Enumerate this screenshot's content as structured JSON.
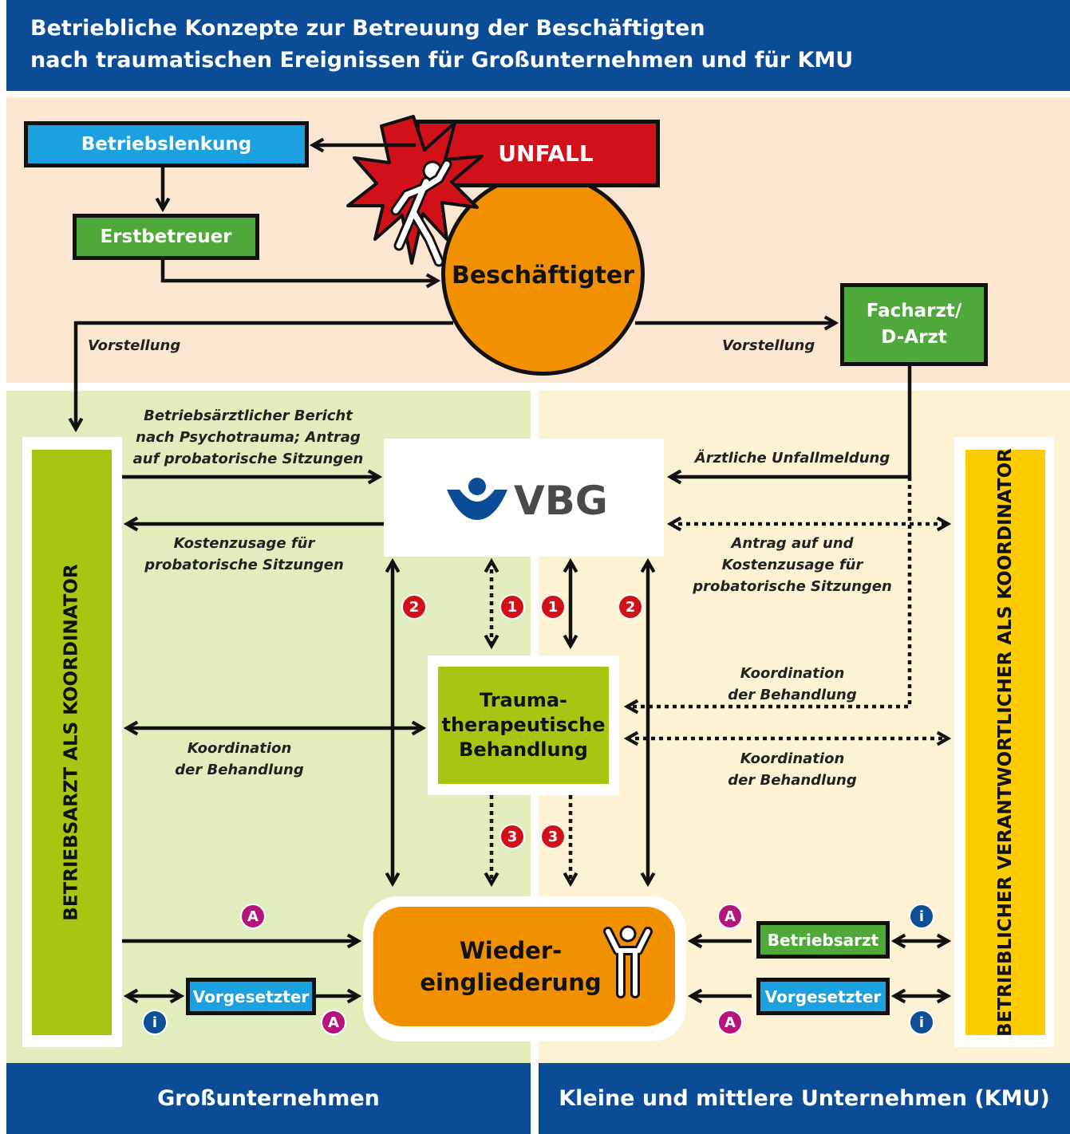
{
  "header": {
    "title_line1": "Betriebliche Konzepte zur Betreuung der Beschäftigten",
    "title_line2": "nach traumatischen Ereignissen für Großunternehmen und für KMU"
  },
  "nodes": {
    "betriebslenkung": "Betriebslenkung",
    "unfall": "UNFALL",
    "erstbetreuer": "Erstbetreuer",
    "beschaeftigter": "Beschäftigter",
    "facharzt_line1": "Facharzt/",
    "facharzt_line2": "D-Arzt",
    "vbg": "VBG",
    "trauma_line1": "Trauma-",
    "trauma_line2": "therapeutische",
    "trauma_line3": "Behandlung",
    "wieder_line1": "Wieder-",
    "wieder_line2": "eingliederung",
    "left_coordinator": "BETRIEBSARZT ALS KOORDINATOR",
    "right_coordinator": "BETRIEBLICHER VERANTWORTLICHER ALS KOORDINATOR",
    "vorgesetzter_left": "Vorgesetzter",
    "betriebsarzt_right": "Betriebsarzt",
    "vorgesetzter_right": "Vorgesetzter"
  },
  "labels": {
    "vorstellung_left": "Vorstellung",
    "vorstellung_right": "Vorstellung",
    "bericht_line1": "Betriebsärztlicher Bericht",
    "bericht_line2": "nach Psychotrauma; Antrag",
    "bericht_line3": "auf probatorische Sitzungen",
    "kostenzusage_line1": "Kostenzusage für",
    "kostenzusage_line2": "probatorische Sitzungen",
    "unfallmeldung": "Ärztliche Unfallmeldung",
    "antrag_line1": "Antrag auf und",
    "antrag_line2": "Kostenzusage für",
    "antrag_line3": "probatorische Sitzungen",
    "koord_left_line1": "Koordination",
    "koord_left_line2": "der Behandlung",
    "koord_right1_line1": "Koordination",
    "koord_right1_line2": "der Behandlung",
    "koord_right2_line1": "Koordination",
    "koord_right2_line2": "der Behandlung"
  },
  "badges": {
    "one": "1",
    "two": "2",
    "three": "3",
    "a": "A",
    "i": "i"
  },
  "footer": {
    "left": "Großunternehmen",
    "right": "Kleine und mittlere Unternehmen (KMU)"
  },
  "colors": {
    "header_blue": "#0a4d96",
    "top_zone": "#fbe6d2",
    "left_zone": "#e2edbd",
    "right_zone": "#fdf3d4",
    "box_blue": "#1ba0e0",
    "box_green": "#4ea83a",
    "lime": "#a8c512",
    "yellow": "#fdcc00",
    "orange": "#f19000",
    "unfall_red": "#d2101a",
    "badge_red": "#d2101a",
    "badge_magenta": "#b5157a",
    "badge_navy": "#0f4f98"
  }
}
